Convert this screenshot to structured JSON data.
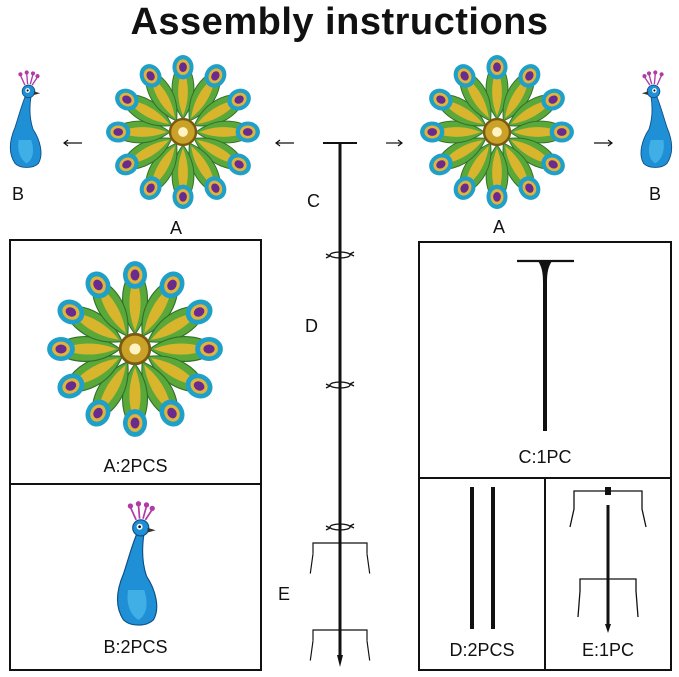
{
  "title": "Assembly instructions",
  "labels": {
    "b_left": "B",
    "a_left": "A",
    "a_right": "A",
    "b_right": "B",
    "c": "C",
    "d": "D",
    "e": "E"
  },
  "parts": {
    "a": "A:2PCS",
    "b": "B:2PCS",
    "c": "C:1PC",
    "d": "D:2PCS",
    "e": "E:1PC"
  },
  "colors": {
    "peacock_blue": "#1f8fd6",
    "feather_green": "#5aa83a",
    "feather_gold": "#c9a227",
    "eye_purple": "#6a2b8f",
    "crown": "#b23aa6",
    "stake": "#111111"
  }
}
